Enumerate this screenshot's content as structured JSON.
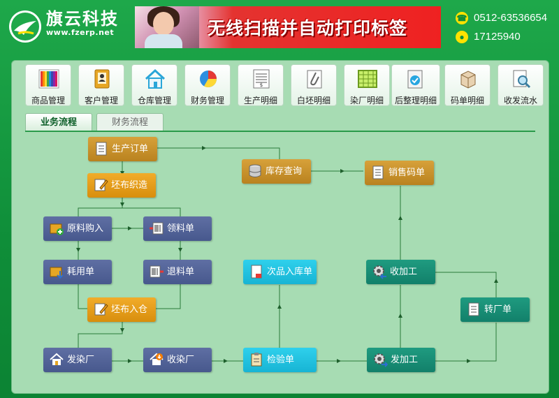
{
  "header": {
    "brand_name": "旗云科技",
    "brand_url": "www.fzerp.net",
    "banner_text": "无线扫描并自动打印标签",
    "phone": "0512-63536654",
    "qq": "17125940"
  },
  "toolbar": [
    {
      "label": "商品管理",
      "icon": "color-swatch-icon"
    },
    {
      "label": "客户管理",
      "icon": "contact-book-icon"
    },
    {
      "label": "仓库管理",
      "icon": "house-icon"
    },
    {
      "label": "财务管理",
      "icon": "pie-chart-icon"
    },
    {
      "label": "生产明细",
      "icon": "spreadsheet-doc-icon"
    },
    {
      "label": "白坯明细",
      "icon": "paperclip-doc-icon"
    },
    {
      "label": "染厂明细",
      "icon": "grid-table-icon"
    },
    {
      "label": "后整理明细",
      "icon": "check-doc-icon"
    },
    {
      "label": "码单明细",
      "icon": "box-icon"
    },
    {
      "label": "收发流水",
      "icon": "magnifier-doc-icon"
    }
  ],
  "tabs": {
    "active": "业务流程",
    "inactive": "财务流程"
  },
  "flow": {
    "production_order": "生产订单",
    "greige_weaving": "坯布织造",
    "raw_purchase": "原料购入",
    "material_issue": "领料单",
    "consumption": "耗用单",
    "material_return": "退料单",
    "greige_stock_in": "坯布入仓",
    "send_dyeing": "发染厂",
    "receive_dyeing": "收染厂",
    "inspection": "检验单",
    "defect_stock_in": "次品入库单",
    "inventory_query": "库存查询",
    "sales_packing": "销售码单",
    "receive_processing": "收加工",
    "send_processing": "发加工",
    "transfer_factory": "转厂单"
  },
  "colors": {
    "header_green": "#1ea84a",
    "panel": "#a7dcb3",
    "node_orange": "#f1ac2a",
    "node_blue": "#5f6fa3",
    "node_cyan": "#2fd0ec",
    "node_teal": "#1f9b80",
    "connector": "#2a7a3a"
  }
}
